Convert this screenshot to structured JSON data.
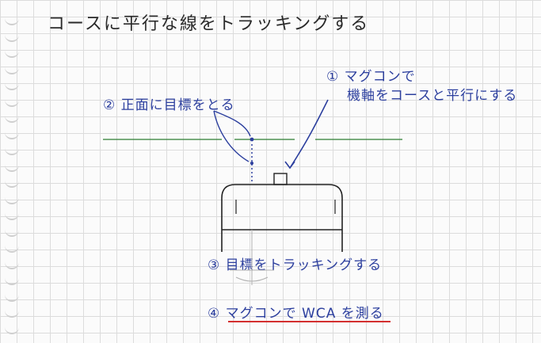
{
  "title": "コースに平行な線をトラッキングする",
  "steps": {
    "step1_line1": "① マグコンで",
    "step1_line2": "機軸をコースと平行にする",
    "step2": "② 正面に目標をとる",
    "step3": "③ 目標をトラッキングする",
    "step4": "④ マグコンで WCA を測る"
  },
  "colors": {
    "annotation_ink": "#2c3f9e",
    "title_ink": "#2a2a2a",
    "course_line": "#2e7d32",
    "underline": "#d32f2f",
    "aircraft_outline": "#222222",
    "grid": "#dcdcdc"
  },
  "icons": {
    "aircraft": "aircraft-body-icon",
    "compass": "magnetic-compass-icon"
  }
}
